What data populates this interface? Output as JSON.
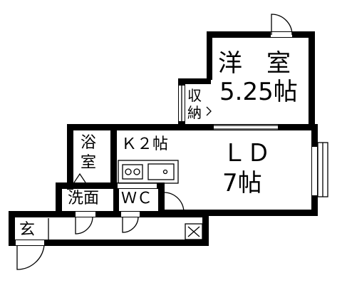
{
  "rooms": {
    "western_name": "洋　室",
    "western_size": "5.25帖",
    "storage_top": "収",
    "storage_bottom": "納",
    "bath_top": "浴",
    "bath_bottom": "室",
    "kitchen": "Ｋ２帖",
    "living_name": "ＬＤ",
    "living_size": "7帖",
    "washroom": "洗面",
    "toilet": "ＷＣ",
    "entrance": "玄"
  }
}
